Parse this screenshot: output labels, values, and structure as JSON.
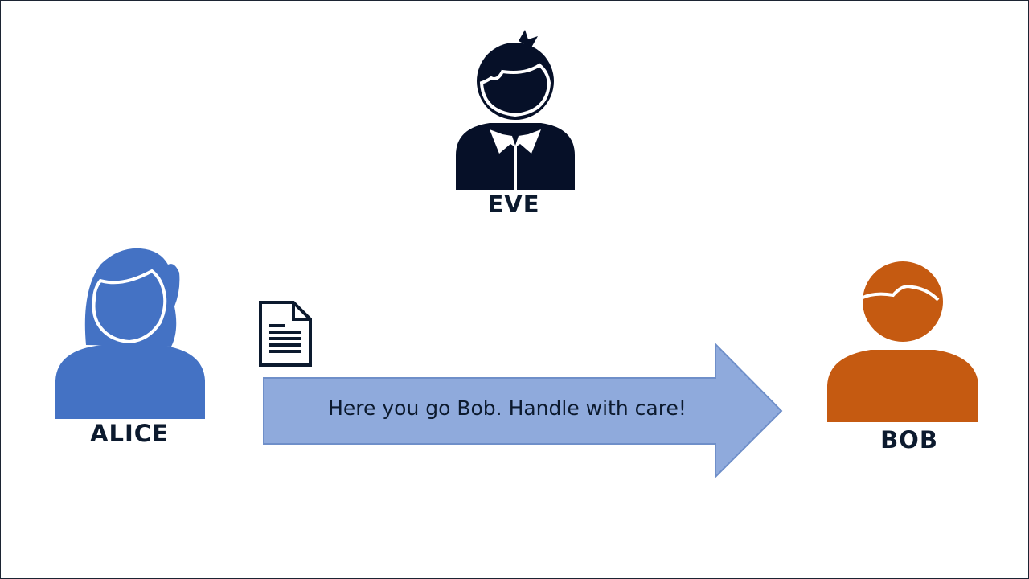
{
  "people": {
    "eve": {
      "label": "EVE",
      "color": "#061028"
    },
    "alice": {
      "label": "ALICE",
      "color": "#4472c4"
    },
    "bob": {
      "label": "BOB",
      "color": "#c55a11"
    }
  },
  "message": {
    "text": "Here you go Bob. Handle with care!",
    "arrow_color": "#8faadc",
    "arrow_stroke": "#6f8fc9",
    "icon": "document-icon"
  }
}
